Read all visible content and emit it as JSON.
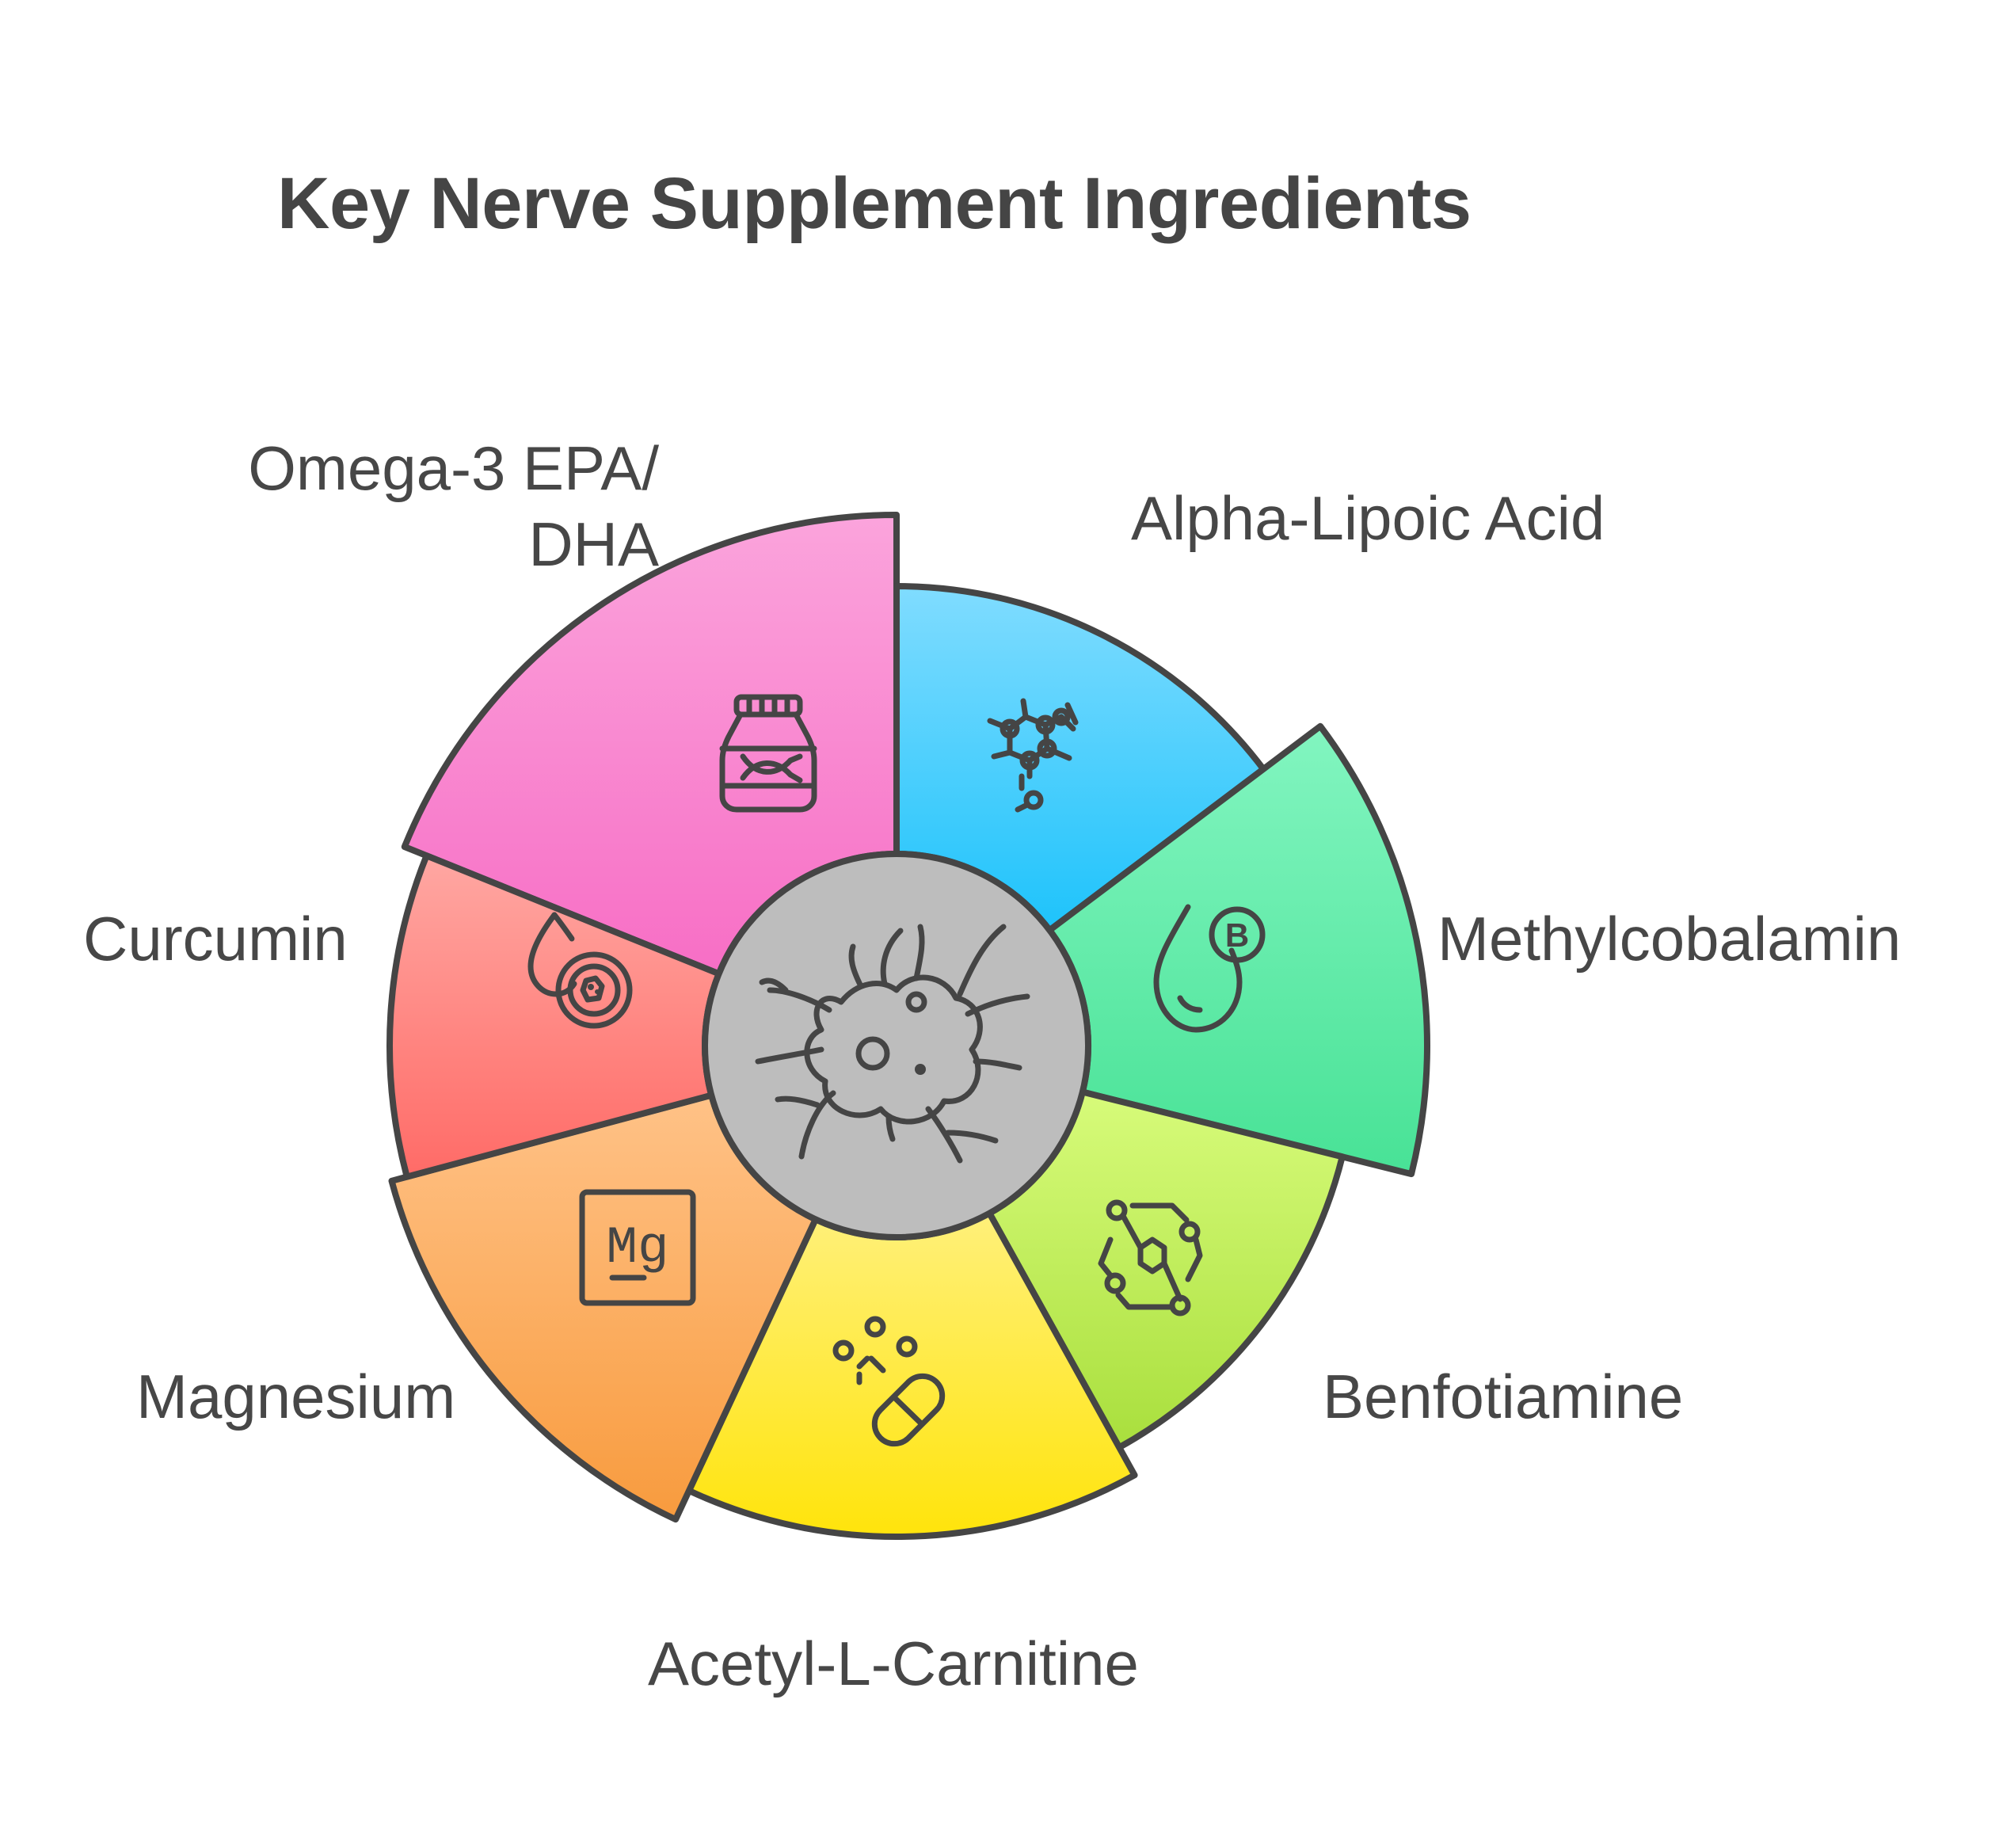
{
  "title": "Key Nerve Supplement Ingredients",
  "center": {
    "icon": "neuron-icon",
    "color": "#bdbdbd"
  },
  "segments": [
    {
      "id": "omega3",
      "label_lines": [
        "Omega-3 EPA/",
        "DHA"
      ],
      "icon": "fish-oil-jar-icon",
      "color_top": "#fba4dc",
      "color_bottom": "#f76ec5"
    },
    {
      "id": "alpha-lipoic",
      "label_lines": [
        "Alpha-Lipoic Acid"
      ],
      "icon": "molecule-icon",
      "color_top": "#80dcff",
      "color_bottom": "#1ec3fb"
    },
    {
      "id": "methylcobalamin",
      "label_lines": [
        "Methylcobalamin"
      ],
      "icon": "vitamin-b-drop-icon",
      "color_top": "#82f5c0",
      "color_bottom": "#48e296"
    },
    {
      "id": "benfotiamine",
      "label_lines": [
        "Benfotiamine"
      ],
      "icon": "chemical-structure-icon",
      "color_top": "#d7fb7a",
      "color_bottom": "#a9df3d"
    },
    {
      "id": "acetyl-l-carnitine",
      "label_lines": [
        "Acetyl-L-Carnitine"
      ],
      "icon": "capsule-pills-icon",
      "color_top": "#fff07a",
      "color_bottom": "#ffe40b"
    },
    {
      "id": "magnesium",
      "label_lines": [
        "Magnesium"
      ],
      "icon": "magnesium-element-icon",
      "color_top": "#ffc287",
      "color_bottom": "#f89b3e"
    },
    {
      "id": "curcumin",
      "label_lines": [
        "Curcumin"
      ],
      "icon": "turmeric-drop-icon",
      "color_top": "#ffa7a2",
      "color_bottom": "#ff6b67"
    }
  ],
  "magnesium_symbol": "Mg",
  "vitamin_letter": "B"
}
